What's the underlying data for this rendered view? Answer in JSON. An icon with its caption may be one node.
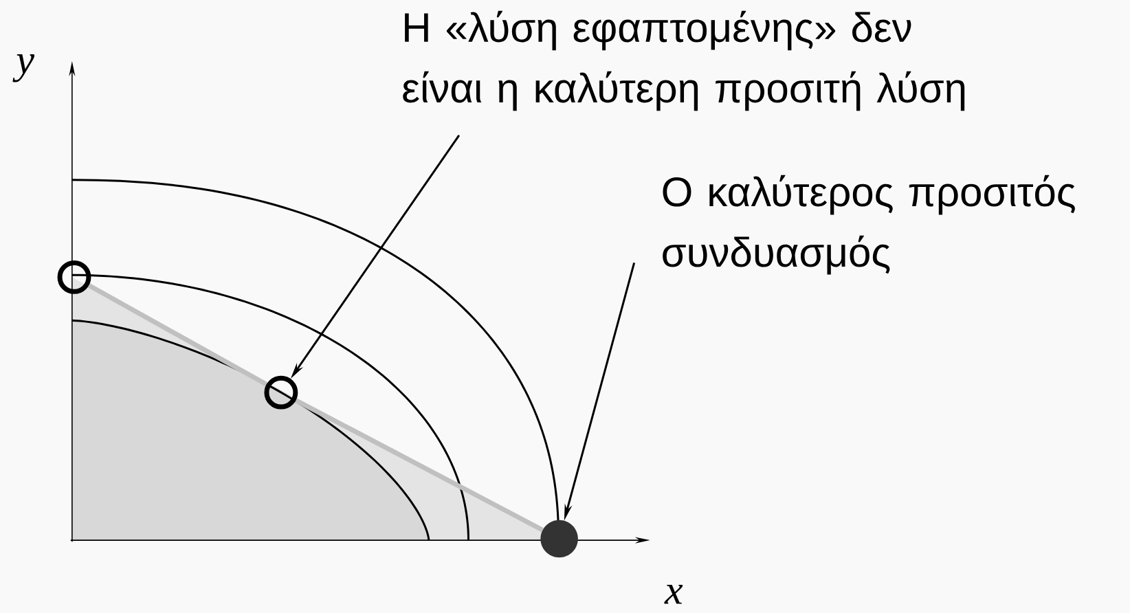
{
  "diagram": {
    "nodes": [
      {
        "text": [
          "Η «λύση εφαπτομένης» δεν είναι η καλύτερη προσιτή λύση"
        ]
      },
      {
        "text": [
          "Ο καλύτερος προσιτός συνδυασμός"
        ]
      },
      {
        "text": [],
        "shape": "circle"
      },
      {
        "text": [],
        "shape": "circle"
      },
      {
        "text": [],
        "shape": "circle"
      }
    ],
    "edges": [
      {
        "from": 0,
        "to": 3,
        "arrow": "to"
      },
      {
        "from": 1,
        "to": 4,
        "arrow": "to"
      },
      {
        "from": 2,
        "to": 3,
        "arrow": "none",
        "style": "thick",
        "color": "#c0c0c0"
      },
      {
        "from": 3,
        "to": 4,
        "arrow": "none",
        "style": "thick",
        "color": "#c0c0c0"
      }
    ],
    "labels": [
      "y",
      "x"
    ]
  }
}
